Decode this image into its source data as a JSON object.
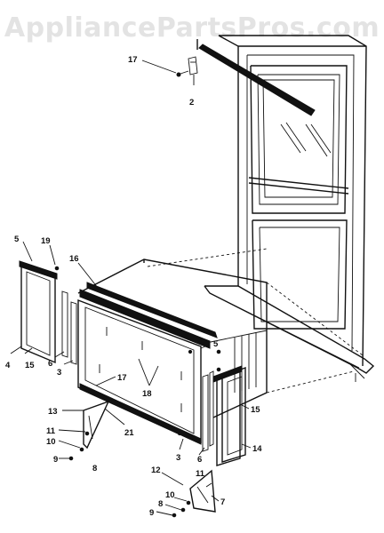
{
  "watermark": "AppliancePartsPros.com",
  "callouts": [
    {
      "id": "c17a",
      "text": "17"
    },
    {
      "id": "c2",
      "text": "2"
    },
    {
      "id": "c5a",
      "text": "5"
    },
    {
      "id": "c19",
      "text": "19"
    },
    {
      "id": "c16",
      "text": "16"
    },
    {
      "id": "c4",
      "text": "4"
    },
    {
      "id": "c15a",
      "text": "15"
    },
    {
      "id": "c6a",
      "text": "6"
    },
    {
      "id": "c3a",
      "text": "3"
    },
    {
      "id": "c17b",
      "text": "17"
    },
    {
      "id": "c18",
      "text": "18"
    },
    {
      "id": "c5b",
      "text": "5"
    },
    {
      "id": "c13",
      "text": "13"
    },
    {
      "id": "c11a",
      "text": "11"
    },
    {
      "id": "c10a",
      "text": "10"
    },
    {
      "id": "c9a",
      "text": "9"
    },
    {
      "id": "c8a",
      "text": "8"
    },
    {
      "id": "c21",
      "text": "21"
    },
    {
      "id": "c3b",
      "text": "3"
    },
    {
      "id": "c6b",
      "text": "6"
    },
    {
      "id": "c15b",
      "text": "15"
    },
    {
      "id": "c14",
      "text": "14"
    },
    {
      "id": "c12",
      "text": "12"
    },
    {
      "id": "c11b",
      "text": "11"
    },
    {
      "id": "c10b",
      "text": "10"
    },
    {
      "id": "c8b",
      "text": "8"
    },
    {
      "id": "c9b",
      "text": "9"
    },
    {
      "id": "c7",
      "text": "7"
    }
  ]
}
